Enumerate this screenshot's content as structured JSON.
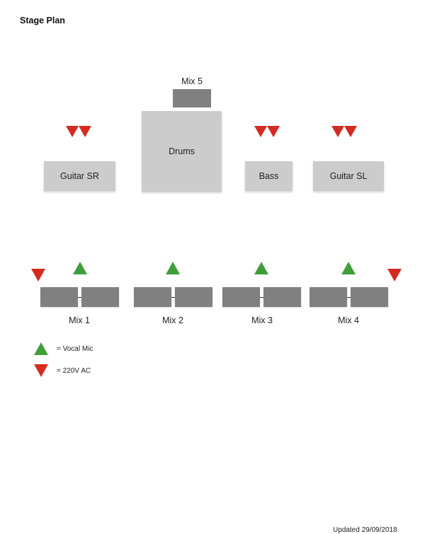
{
  "title": "Stage Plan",
  "instruments": {
    "guitar_sr": "Guitar SR",
    "drums": "Drums",
    "bass": "Bass",
    "guitar_sl": "Guitar SL"
  },
  "riser_label": "Mix 5",
  "mixes": [
    "Mix 1",
    "Mix 2",
    "Mix 3",
    "Mix 4"
  ],
  "legend": {
    "vocal_mic": "= Vocal Mic",
    "ac_power": "= 220V AC"
  },
  "footer": "Updated 29/09/2018",
  "colors": {
    "vocal_mic": "#3f9e3a",
    "ac_power": "#d42b20",
    "instrument": "#cccccc",
    "monitor": "#808080"
  }
}
